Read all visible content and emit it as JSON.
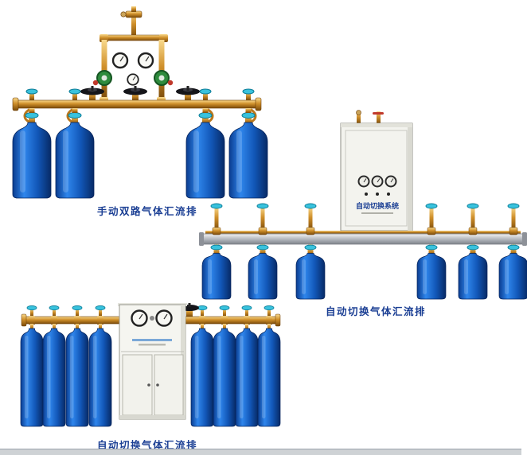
{
  "page": {
    "background": "#ffffff",
    "caption_color": "#1b3f94"
  },
  "colors": {
    "brass_pipe": "#cf8f2a",
    "cylinder_blue": "#1257b8",
    "valve_knob_cyan": "#39c2dd",
    "handwheel_black": "#15151a",
    "rail_silver": "#b6bac0",
    "cabinet_white": "#f3f3ee",
    "regulator_green": "#2e8b3d"
  },
  "products": [
    {
      "name": "manual-dual-line-gas-manifold",
      "caption": "手动双路气体汇流排",
      "cylinders": 4,
      "gauges": 3,
      "handwheel_valves": 3
    },
    {
      "name": "automatic-switching-gas-manifold-cabinet",
      "caption": "自动切换气体汇流排",
      "cabinet_label": "自动切换系统",
      "cylinders": 6,
      "gauges": 3
    },
    {
      "name": "automatic-switching-gas-manifold-tall",
      "caption": "自动切换气体汇流排",
      "cylinders": 8,
      "gauges": 2
    }
  ]
}
